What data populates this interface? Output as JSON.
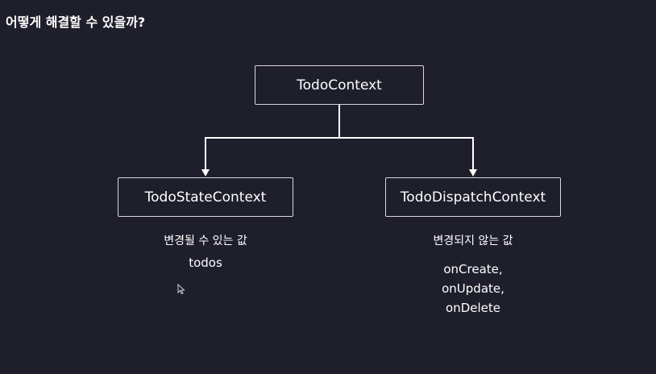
{
  "slide": {
    "title": "어떻게 해결할 수 있을까?"
  },
  "diagram": {
    "root": {
      "label": "TodoContext"
    },
    "children": [
      {
        "label": "TodoStateContext",
        "caption": "변경될 수 있는 값",
        "values": [
          "todos"
        ]
      },
      {
        "label": "TodoDispatchContext",
        "caption": "변경되지 않는 값",
        "values": [
          "onCreate,",
          "onUpdate,",
          "onDelete"
        ]
      }
    ]
  },
  "colors": {
    "background": "#1e1f2b",
    "text": "#ffffff",
    "line": "#ffffff"
  }
}
